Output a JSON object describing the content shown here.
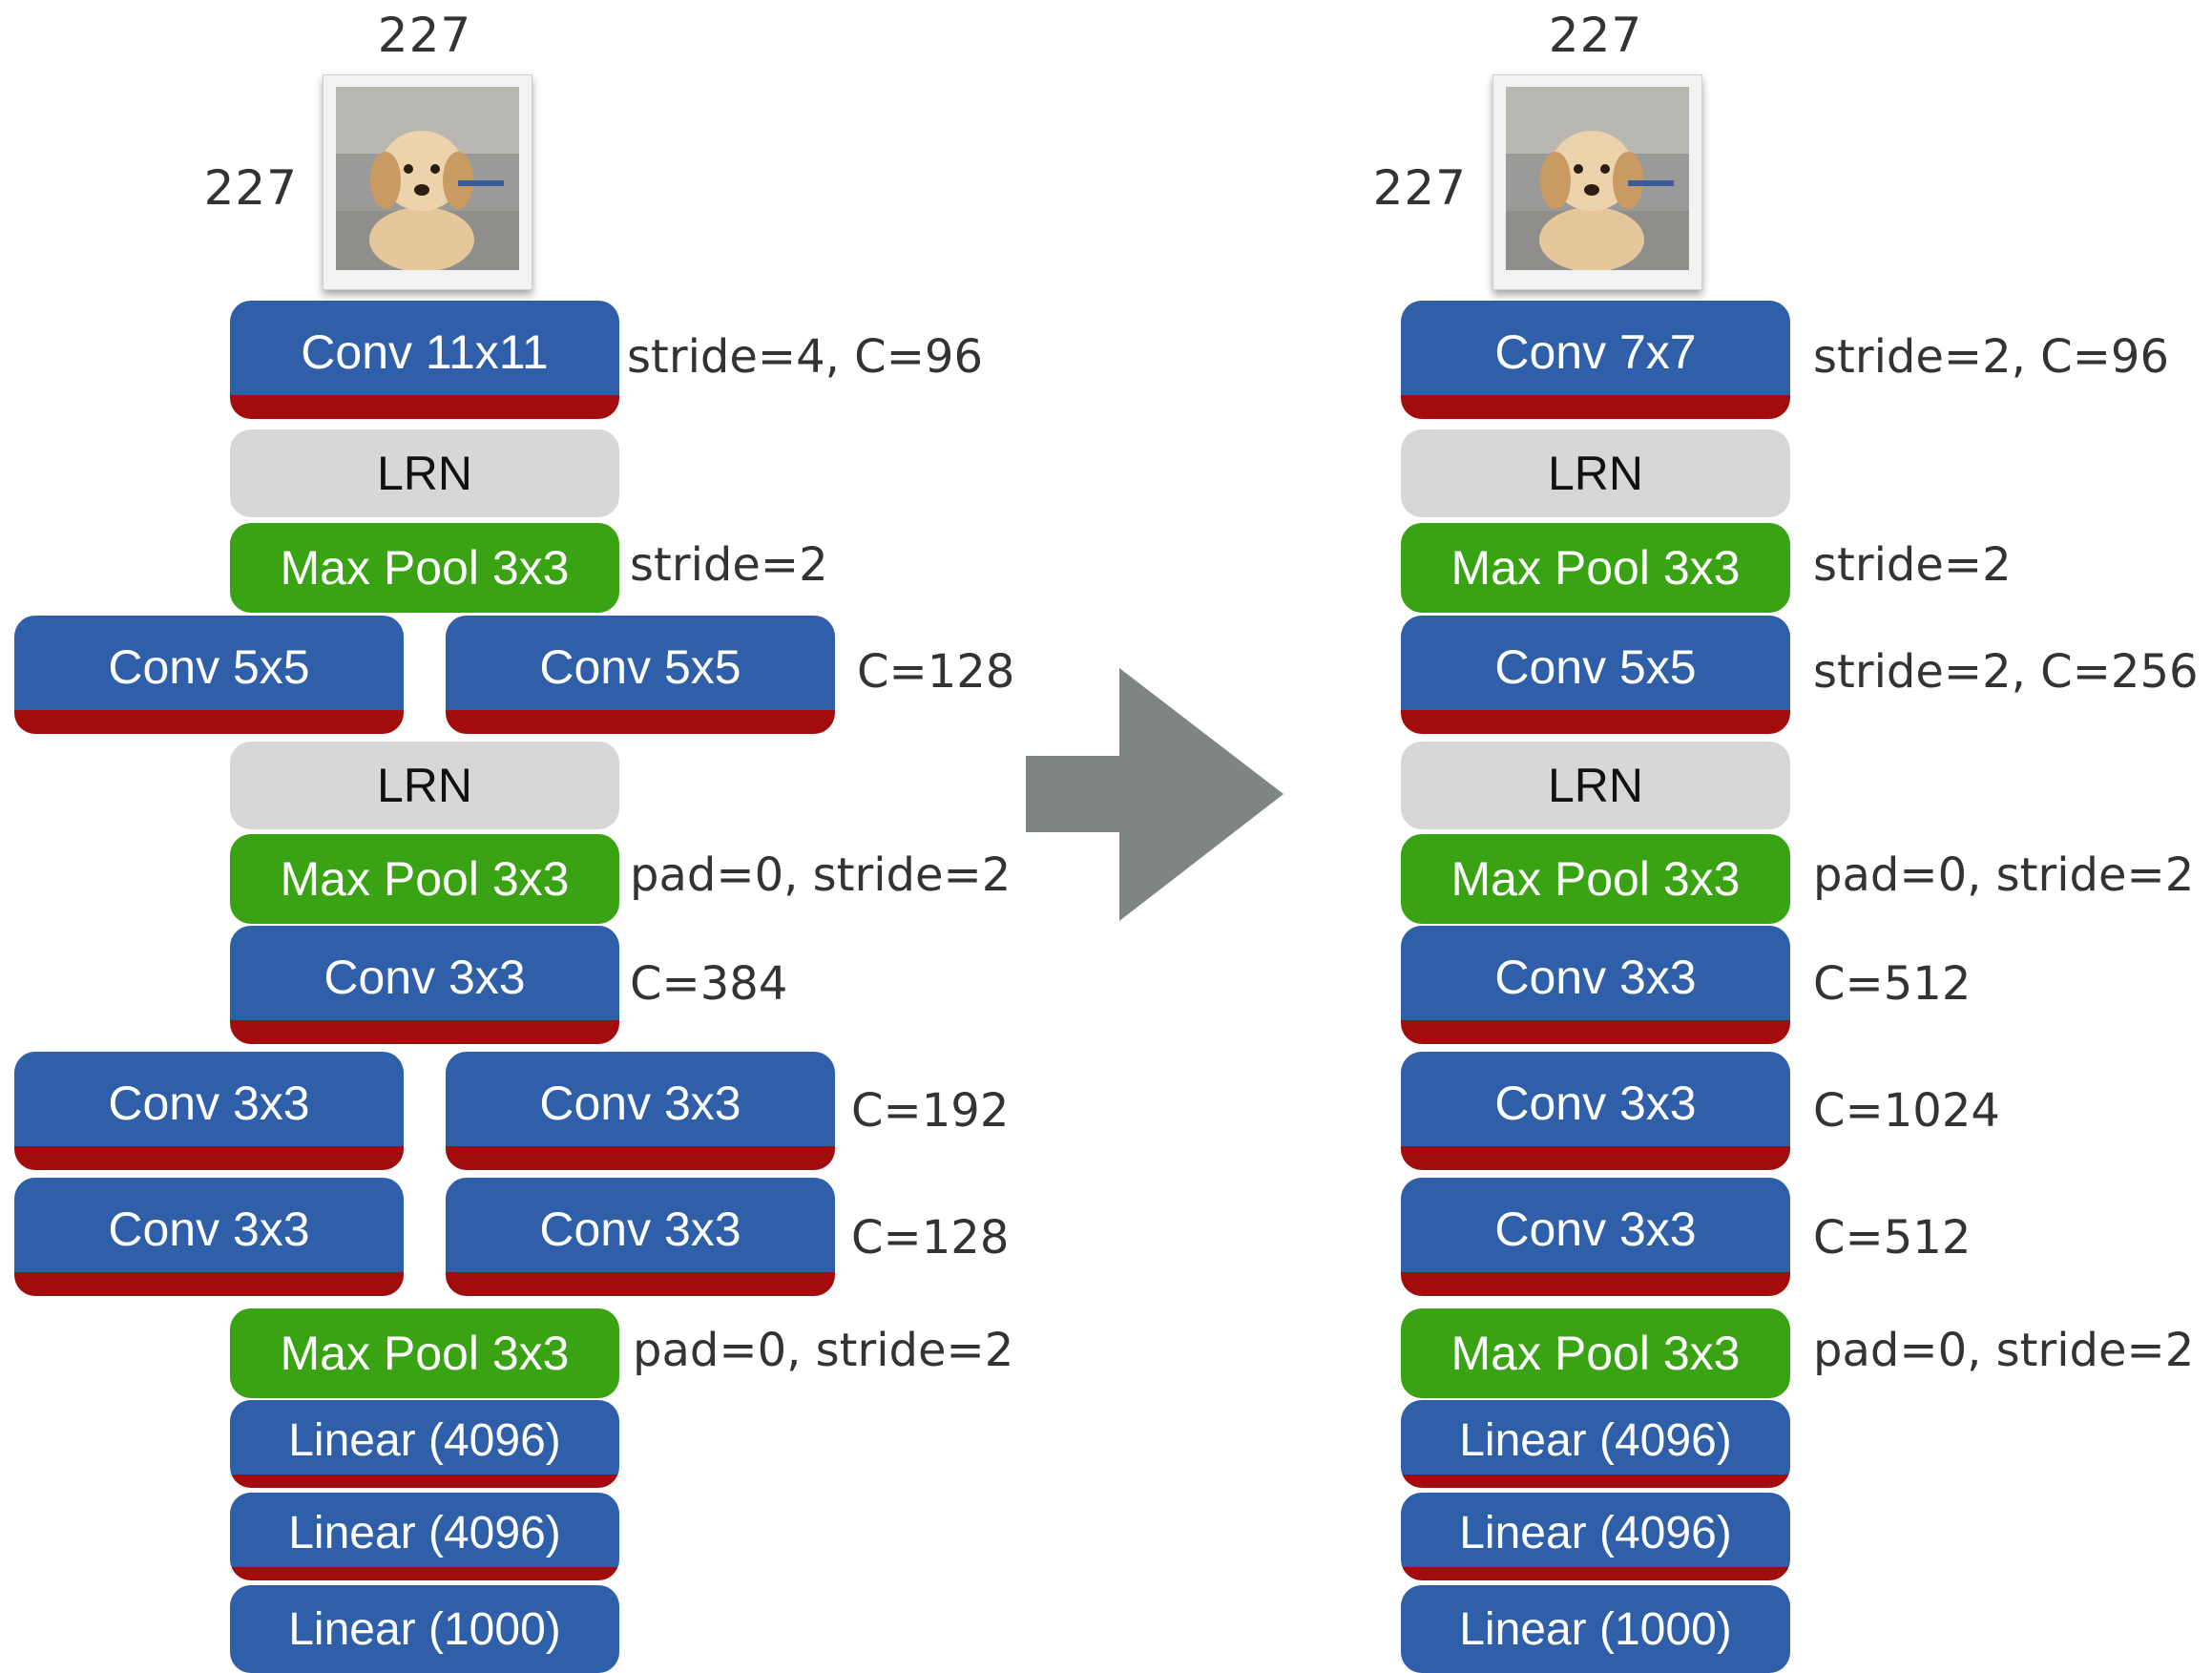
{
  "left": {
    "dim_top": "227",
    "dim_left": "227",
    "blocks": {
      "conv1": "Conv 11x11",
      "lrn1": "LRN",
      "pool1": "Max Pool 3x3",
      "conv2a": "Conv 5x5",
      "conv2b": "Conv 5x5",
      "lrn2": "LRN",
      "pool2": "Max Pool 3x3",
      "conv3": "Conv 3x3",
      "conv4a": "Conv 3x3",
      "conv4b": "Conv 3x3",
      "conv5a": "Conv 3x3",
      "conv5b": "Conv 3x3",
      "pool3": "Max Pool 3x3",
      "fc1": "Linear (4096)",
      "fc2": "Linear (4096)",
      "fc3": "Linear (1000)"
    },
    "annotations": {
      "conv1": "stride=4, C=96",
      "pool1": "stride=2",
      "conv2": "C=128",
      "pool2": "pad=0, stride=2",
      "conv3": "C=384",
      "conv4": "C=192",
      "conv5": "C=128",
      "pool3": "pad=0, stride=2"
    }
  },
  "right": {
    "dim_top": "227",
    "dim_left": "227",
    "blocks": {
      "conv1": "Conv 7x7",
      "lrn1": "LRN",
      "pool1": "Max Pool 3x3",
      "conv2": "Conv 5x5",
      "lrn2": "LRN",
      "pool2": "Max Pool 3x3",
      "conv3": "Conv 3x3",
      "conv4": "Conv 3x3",
      "conv5": "Conv 3x3",
      "pool3": "Max Pool 3x3",
      "fc1": "Linear (4096)",
      "fc2": "Linear (4096)",
      "fc3": "Linear (1000)"
    },
    "annotations": {
      "conv1": "stride=2, C=96",
      "pool1": "stride=2",
      "conv2": "stride=2, C=256",
      "pool2": "pad=0, stride=2",
      "conv3": "C=512",
      "conv4": "C=1024",
      "conv5": "C=512",
      "pool3": "pad=0, stride=2"
    }
  },
  "colors": {
    "conv": "#2f5fa8",
    "conv_base": "#a30c0c",
    "lrn": "#d7d8d6",
    "pool": "#3aa313",
    "arrow": "#7f8582"
  }
}
